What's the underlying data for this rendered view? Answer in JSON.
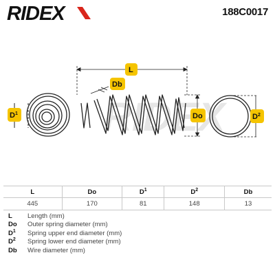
{
  "header": {
    "brand": "RIDEX",
    "part_number": "188C0017",
    "brand_accent_color": "#d9261c"
  },
  "diagram": {
    "labels": {
      "length": "L",
      "wire_diameter": "Db",
      "outer_diameter": "Do",
      "upper_end_diameter": "D",
      "upper_end_diameter_sup": "1",
      "lower_end_diameter": "D",
      "lower_end_diameter_sup": "2"
    },
    "watermark": "RIDEX",
    "badge_color": "#f5c400"
  },
  "dimensions_table": {
    "headers": [
      {
        "base": "L",
        "sup": ""
      },
      {
        "base": "Do",
        "sup": ""
      },
      {
        "base": "D",
        "sup": "1"
      },
      {
        "base": "D",
        "sup": "2"
      },
      {
        "base": "Db",
        "sup": ""
      }
    ],
    "values": [
      "445",
      "170",
      "81",
      "148",
      "13"
    ]
  },
  "legend": [
    {
      "key": "L",
      "sup": "",
      "description": "Length (mm)"
    },
    {
      "key": "Do",
      "sup": "",
      "description": "Outer spring diameter (mm)"
    },
    {
      "key": "D",
      "sup": "1",
      "description": "Spring upper end diameter (mm)"
    },
    {
      "key": "D",
      "sup": "2",
      "description": "Spring lower end diameter (mm)"
    },
    {
      "key": "Db",
      "sup": "",
      "description": "Wire diameter (mm)"
    }
  ]
}
